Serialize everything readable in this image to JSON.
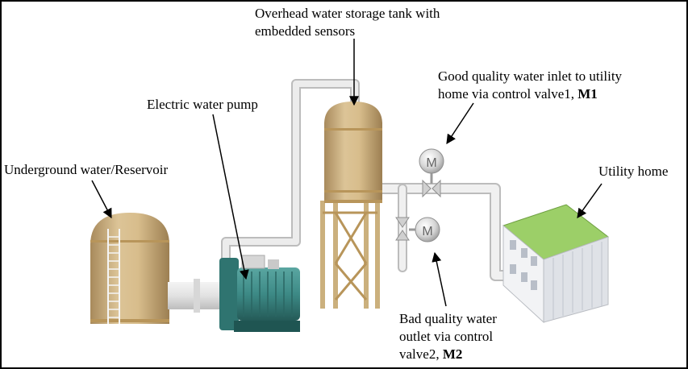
{
  "labels": {
    "tank": {
      "line1": "Overhead water storage tank with",
      "line2": "embedded sensors"
    },
    "inlet": {
      "line1": "Good quality water inlet to utility",
      "line2_text": "home via control valve1, ",
      "line2_bold": "M1"
    },
    "pump": "Electric water pump",
    "reservoir": "Underground water/Reservoir",
    "home": "Utility home",
    "outlet": {
      "line1": "Bad quality water",
      "line2": "outlet via control",
      "line3_text": "valve2, ",
      "line3_bold": "M2"
    }
  },
  "valves": {
    "m1_letter": "M",
    "m2_letter": "M"
  },
  "colors": {
    "tank_body": "#d4b98a",
    "tank_band": "#b8955a",
    "pipe": "#e0e0e0",
    "pump_body": "#3d8a86",
    "building_roof": "#9ccf68",
    "building_wall": "#e6e8ec"
  }
}
